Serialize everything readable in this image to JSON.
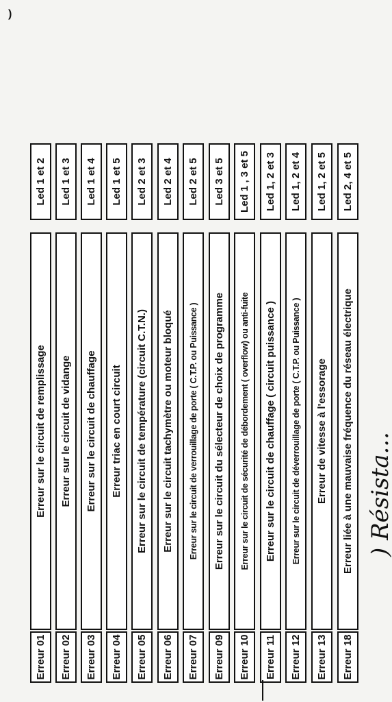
{
  "page_mark": ")",
  "handwritten_note": ") Résista...",
  "rows": [
    {
      "code": "Erreur 01",
      "description": "Erreur sur le circuit de remplissage",
      "leds": "Led 1 et 2"
    },
    {
      "code": "Erreur 02",
      "description": "Erreur sur le circuit de vidange",
      "leds": "Led 1 et 3"
    },
    {
      "code": "Erreur 03",
      "description": "Erreur sur le circuit de chauffage",
      "leds": "Led 1 et 4"
    },
    {
      "code": "Erreur 04",
      "description": "Erreur triac en court circuit",
      "leds": "Led 1 et 5"
    },
    {
      "code": "Erreur 05",
      "description": "Erreur sur le circuit de température (circuit C.T.N.)",
      "leds": "Led 2 et 3"
    },
    {
      "code": "Erreur 06",
      "description": "Erreur sur le circuit tachymètre ou moteur bloqué",
      "leds": "Led 2 et 4"
    },
    {
      "code": "Erreur 07",
      "description": "Erreur sur le circuit de verrouillage de porte ( C.T.P. ou Puissance )",
      "leds": "Led 2 et 5"
    },
    {
      "code": "Erreur 09",
      "description": "Erreur sur le circuit du sélecteur de choix de programme",
      "leds": "Led 3 et 5"
    },
    {
      "code": "Erreur 10",
      "description": "Erreur sur le circuit de sécurité de débordement ( overflow) ou anti-fuite",
      "leds": "Led 1 , 3 et 5"
    },
    {
      "code": "Erreur 11",
      "description": "Erreur sur le circuit de chauffage ( circuit puissance )",
      "leds": "Led 1, 2 et 3"
    },
    {
      "code": "Erreur 12",
      "description": "Erreur sur le circuit de déverrouillage de porte ( C.T.P. ou Puissance )",
      "leds": "Led 1, 2 et 4"
    },
    {
      "code": "Erreur 13",
      "description": "Erreur de vitesse à l'essorage",
      "leds": "Led 1, 2 et 5"
    },
    {
      "code": "Erreur 18",
      "description": "Erreur liée à une mauvaise fréquence du réseau électrique",
      "leds": "Led 2, 4 et 5"
    }
  ]
}
